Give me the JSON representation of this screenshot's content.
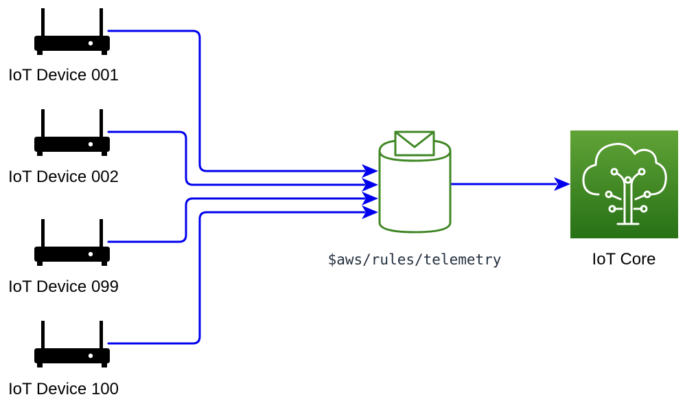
{
  "devices": [
    {
      "label": "IoT Device 001"
    },
    {
      "label": "IoT Device 002"
    },
    {
      "label": "IoT Device 099"
    },
    {
      "label": "IoT Device 100"
    }
  ],
  "topic": {
    "label": "$aws/rules/telemetry",
    "icon": "message-topic-icon"
  },
  "iot_core": {
    "label": "IoT Core",
    "icon": "iot-core-icon"
  },
  "colors": {
    "connector": "#0000ee",
    "topic_stroke": "#3f8624",
    "iot_core_gradient_top": "#60a337",
    "iot_core_gradient_bottom": "#277116",
    "device_fill": "#000000"
  }
}
